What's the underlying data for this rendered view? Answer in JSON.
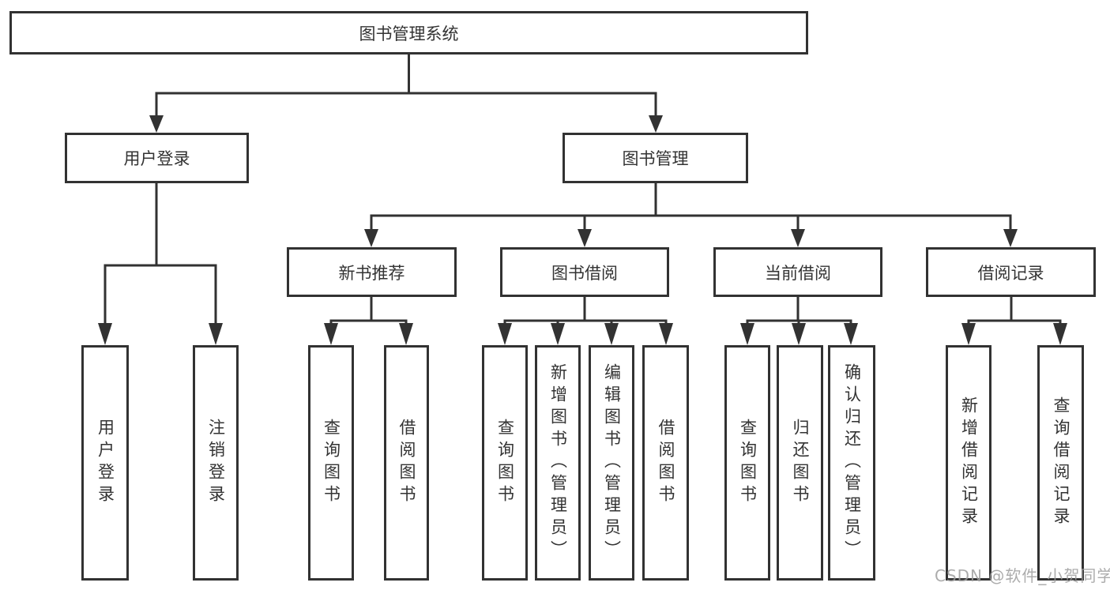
{
  "diagram_title": "图书管理系统",
  "nodes": {
    "root": "图书管理系统",
    "user_login": "用户登录",
    "book_mgmt": "图书管理",
    "new_book_rec": "新书推荐",
    "book_borrow": "图书借阅",
    "current_borrow": "当前借阅",
    "borrow_records": "借阅记录",
    "leaf_user_login": "用户登录",
    "leaf_user_logout": "注销登录",
    "leaf_nb_query_book": "查询图书",
    "leaf_nb_borrow_book": "借阅图书",
    "leaf_bb_query_book": "查询图书",
    "leaf_bb_add_book": "新增图书（管理员）",
    "leaf_bb_edit_book": "编辑图书（管理员）",
    "leaf_bb_borrow_book": "借阅图书",
    "leaf_cb_query_book": "查询图书",
    "leaf_cb_return_book": "归还图书",
    "leaf_cb_confirm_return": "确认归还（管理员）",
    "leaf_br_add_record": "新增借阅记录",
    "leaf_br_query_record": "查询借阅记录"
  },
  "hierarchy": {
    "图书管理系统": {
      "用户登录": [
        "用户登录",
        "注销登录"
      ],
      "图书管理": {
        "新书推荐": [
          "查询图书",
          "借阅图书"
        ],
        "图书借阅": [
          "查询图书",
          "新增图书（管理员）",
          "编辑图书（管理员）",
          "借阅图书"
        ],
        "当前借阅": [
          "查询图书",
          "归还图书",
          "确认归还（管理员）"
        ],
        "借阅记录": [
          "新增借阅记录",
          "查询借阅记录"
        ]
      }
    }
  },
  "watermark": "CSDN @软件_小贺同学",
  "colors": {
    "line": "#323232",
    "text": "#333333",
    "box_background": "#ffffff",
    "watermark": "#9e9e9e"
  }
}
